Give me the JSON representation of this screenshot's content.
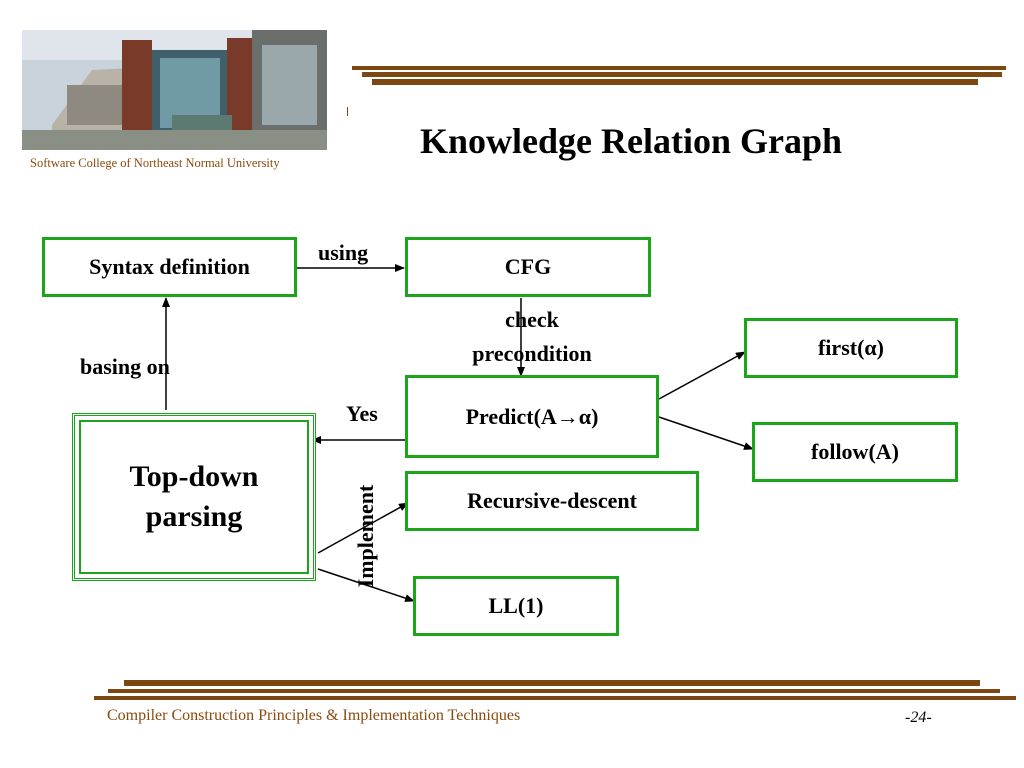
{
  "header": {
    "college": "Software College of Northeast Normal University",
    "title": "Knowledge Relation Graph"
  },
  "diagram": {
    "nodes": {
      "syntax": "Syntax definition",
      "cfg": "CFG",
      "predict": "Predict(A→α)",
      "first": "first(α)",
      "follow": "follow(A)",
      "topdown_line1": "Top-down",
      "topdown_line2": "parsing",
      "recursive": "Recursive-descent",
      "ll1": "LL(1)"
    },
    "edges": {
      "using": "using",
      "check_line1": "check",
      "check_line2": "precondition",
      "basing_on": "basing on",
      "yes": "Yes",
      "implement": "Implement"
    }
  },
  "footer": {
    "course": "Compiler Construction Principles & Implementation Techniques",
    "page": "-24-"
  },
  "colors": {
    "box_border": "#1aa51a",
    "rule": "#7a4810",
    "footer_text": "#8a4a0c"
  }
}
